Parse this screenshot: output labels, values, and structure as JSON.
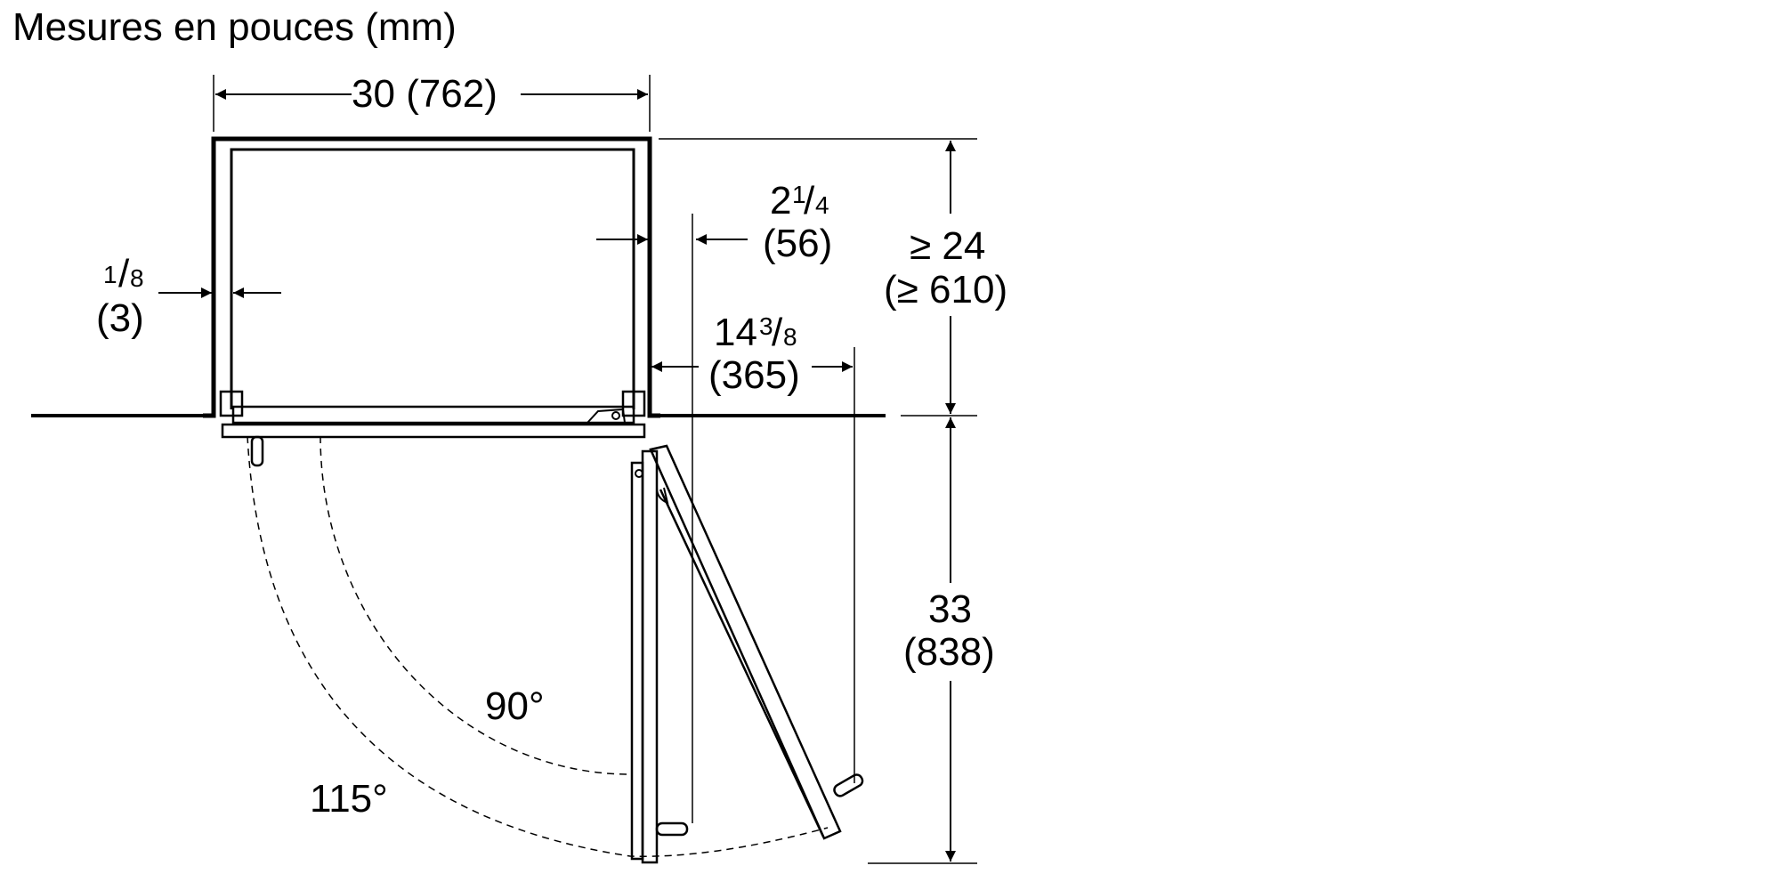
{
  "title": "Mesures en pouces (mm)",
  "dimensions": {
    "width": {
      "inches": "30",
      "mm": "(762)"
    },
    "gap_left": {
      "frac_num": "1",
      "frac_den": "8",
      "mm": "(3)"
    },
    "door_offset": {
      "whole": "2",
      "frac_num": "1",
      "frac_den": "4",
      "mm": "(56)"
    },
    "depth": {
      "inches": "≥ 24",
      "mm": "(≥ 610)"
    },
    "door_clearance": {
      "whole": "14",
      "frac_num": "3",
      "frac_den": "8",
      "mm": "(365)"
    },
    "door_swing": {
      "inches": "33",
      "mm": "(838)"
    }
  },
  "angles": {
    "open_90": "90°",
    "open_115": "115°"
  }
}
